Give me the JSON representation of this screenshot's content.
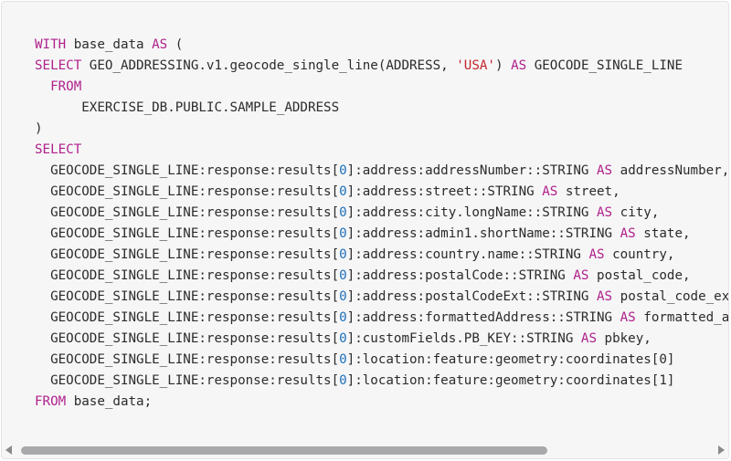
{
  "code_lines": [
    [
      {
        "t": "WITH",
        "c": "kw"
      },
      {
        "t": " base_data ",
        "c": ""
      },
      {
        "t": "AS",
        "c": "kw"
      },
      {
        "t": " (",
        "c": ""
      }
    ],
    [
      {
        "t": "SELECT",
        "c": "kw"
      },
      {
        "t": " GEO_ADDRESSING.v1.geocode_single_line(ADDRESS, ",
        "c": ""
      },
      {
        "t": "'USA'",
        "c": "str"
      },
      {
        "t": ") ",
        "c": ""
      },
      {
        "t": "AS",
        "c": "kw"
      },
      {
        "t": " GEOCODE_SINGLE_LINE",
        "c": ""
      }
    ],
    [
      {
        "t": "  ",
        "c": ""
      },
      {
        "t": "FROM",
        "c": "kw"
      }
    ],
    [
      {
        "t": "      EXERCISE_DB.PUBLIC.SAMPLE_ADDRESS",
        "c": ""
      }
    ],
    [
      {
        "t": ")",
        "c": ""
      }
    ],
    [
      {
        "t": "SELECT",
        "c": "kw"
      }
    ],
    [
      {
        "t": "  GEOCODE_SINGLE_LINE:response:results[",
        "c": ""
      },
      {
        "t": "0",
        "c": "num"
      },
      {
        "t": "]:address:addressNumber::STRING ",
        "c": ""
      },
      {
        "t": "AS",
        "c": "kw"
      },
      {
        "t": " addressNumber,",
        "c": ""
      }
    ],
    [
      {
        "t": "  GEOCODE_SINGLE_LINE:response:results[",
        "c": ""
      },
      {
        "t": "0",
        "c": "num"
      },
      {
        "t": "]:address:street::STRING ",
        "c": ""
      },
      {
        "t": "AS",
        "c": "kw"
      },
      {
        "t": " street,",
        "c": ""
      }
    ],
    [
      {
        "t": "  GEOCODE_SINGLE_LINE:response:results[",
        "c": ""
      },
      {
        "t": "0",
        "c": "num"
      },
      {
        "t": "]:address:city.longName::STRING ",
        "c": ""
      },
      {
        "t": "AS",
        "c": "kw"
      },
      {
        "t": " city,",
        "c": ""
      }
    ],
    [
      {
        "t": "  GEOCODE_SINGLE_LINE:response:results[",
        "c": ""
      },
      {
        "t": "0",
        "c": "num"
      },
      {
        "t": "]:address:admin1.shortName::STRING ",
        "c": ""
      },
      {
        "t": "AS",
        "c": "kw"
      },
      {
        "t": " state,",
        "c": ""
      }
    ],
    [
      {
        "t": "  GEOCODE_SINGLE_LINE:response:results[",
        "c": ""
      },
      {
        "t": "0",
        "c": "num"
      },
      {
        "t": "]:address:country.name::STRING ",
        "c": ""
      },
      {
        "t": "AS",
        "c": "kw"
      },
      {
        "t": " country,",
        "c": ""
      }
    ],
    [
      {
        "t": "  GEOCODE_SINGLE_LINE:response:results[",
        "c": ""
      },
      {
        "t": "0",
        "c": "num"
      },
      {
        "t": "]:address:postalCode::STRING ",
        "c": ""
      },
      {
        "t": "AS",
        "c": "kw"
      },
      {
        "t": " postal_code,",
        "c": ""
      }
    ],
    [
      {
        "t": "  GEOCODE_SINGLE_LINE:response:results[",
        "c": ""
      },
      {
        "t": "0",
        "c": "num"
      },
      {
        "t": "]:address:postalCodeExt::STRING ",
        "c": ""
      },
      {
        "t": "AS",
        "c": "kw"
      },
      {
        "t": " postal_code_ext,",
        "c": ""
      }
    ],
    [
      {
        "t": "  GEOCODE_SINGLE_LINE:response:results[",
        "c": ""
      },
      {
        "t": "0",
        "c": "num"
      },
      {
        "t": "]:address:formattedAddress::STRING ",
        "c": ""
      },
      {
        "t": "AS",
        "c": "kw"
      },
      {
        "t": " formatted_address,",
        "c": ""
      }
    ],
    [
      {
        "t": "  GEOCODE_SINGLE_LINE:response:results[",
        "c": ""
      },
      {
        "t": "0",
        "c": "num"
      },
      {
        "t": "]:customFields.PB_KEY::STRING ",
        "c": ""
      },
      {
        "t": "AS",
        "c": "kw"
      },
      {
        "t": " pbkey,",
        "c": ""
      }
    ],
    [
      {
        "t": "  GEOCODE_SINGLE_LINE:response:results[",
        "c": ""
      },
      {
        "t": "0",
        "c": "num"
      },
      {
        "t": "]:location:feature:geometry:coordinates[0]",
        "c": ""
      }
    ],
    [
      {
        "t": "  GEOCODE_SINGLE_LINE:response:results[",
        "c": ""
      },
      {
        "t": "0",
        "c": "num"
      },
      {
        "t": "]:location:feature:geometry:coordinates[1]",
        "c": ""
      }
    ],
    [
      {
        "t": "FROM",
        "c": "kw"
      },
      {
        "t": " base_data;",
        "c": ""
      }
    ]
  ],
  "colors": {
    "keyword": "#b0208a",
    "string": "#c0262d",
    "number": "#1d6fb8",
    "text": "#2b2b2b",
    "background": "#f6f6f7"
  },
  "scrollbar": {
    "horizontal_position": 0,
    "visible_fraction": 0.74
  },
  "icons": {
    "scroll_left": "scroll-left-arrow-icon",
    "scroll_right": "scroll-right-arrow-icon"
  }
}
